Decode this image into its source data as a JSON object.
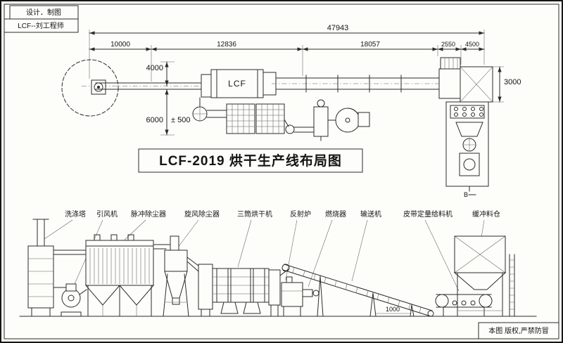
{
  "colors": {
    "line": "#2b2b2b",
    "paper": "#fdfdfa"
  },
  "title_block": {
    "line1": "设计．制图",
    "line2": "LCF--刘工程师"
  },
  "main_title": "LCF-2019 烘干生产线布局图",
  "plan": {
    "drum_label": "LCF"
  },
  "dims": {
    "total": "47943",
    "seg1": "10000",
    "seg2": "12836",
    "seg3": "18057",
    "seg4": "2550",
    "seg5": "4500",
    "height_top": "4000",
    "height_right": "3000",
    "height_mid": "6000",
    "tolerance": "± 500",
    "conveyor_pitch": "1000",
    "section_mark": "B"
  },
  "equipment": {
    "labels": [
      "洗涤塔",
      "引风机",
      "脉冲除尘器",
      "旋风除尘器",
      "三筒烘干机",
      "反射炉",
      "燃烧器",
      "输送机",
      "皮带定量给料机",
      "缓冲料仓"
    ]
  },
  "footer": {
    "copyright": "本图 版权,严禁防冒"
  }
}
